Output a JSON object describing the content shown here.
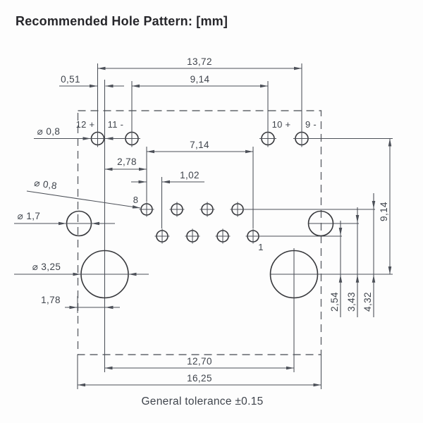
{
  "title": "Recommended Hole Pattern: [mm]",
  "footer_note": "General tolerance ±0.15",
  "pin_labels": {
    "pin12": "12 +",
    "pin11": "11 -",
    "pin10": "10 +",
    "pin9": "9 -",
    "pin8": "8",
    "pin1": "1"
  },
  "dimensions": {
    "outer_hole_span": "13,72",
    "inner_hole_span": "9,14",
    "hole12_offset": "0,51",
    "contact_span": "7,14",
    "contact_offset_x": "2,78",
    "contact_stagger": "1,02",
    "shield_hole_dia": "⌀ 0,8",
    "contact_hole_dia": "⌀ 0,8",
    "side_hole_dia": "⌀ 1,7",
    "post_hole_dia": "⌀ 3,25",
    "post_offset": "1,78",
    "post_span": "12,70",
    "overall_width": "16,25",
    "bottom_row_depth": "2,54",
    "side_hole_depth": "3,43",
    "top_row_depth": "4,32",
    "shield_row_depth": "9,14"
  },
  "colors": {
    "line": "#4c5058",
    "text": "#3f444c",
    "title": "#26262a",
    "background": "#fdfdfd"
  }
}
